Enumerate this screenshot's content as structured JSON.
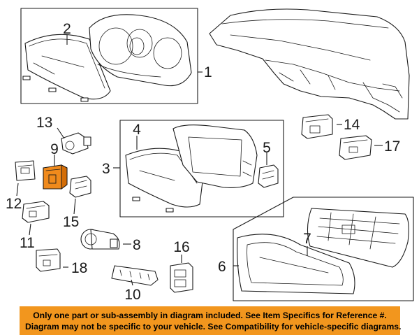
{
  "callouts": {
    "c1": "1",
    "c2": "2",
    "c3": "3",
    "c4": "4",
    "c5": "5",
    "c6": "6",
    "c7": "7",
    "c8": "8",
    "c9": "9",
    "c10": "10",
    "c11": "11",
    "c12": "12",
    "c13": "13",
    "c14": "14",
    "c15": "15",
    "c16": "16",
    "c17": "17",
    "c18": "18"
  },
  "notice": {
    "line1": "Only one part or sub-assembly in diagram included. See Item Specifics for Reference #.",
    "line2": "Diagram may not be specific to your vehicle. See Compatibility for vehicle-specific diagrams."
  },
  "colors": {
    "highlight": "#f08a1c",
    "notice_background": "#f2961e",
    "line": "#1a1a1a"
  }
}
